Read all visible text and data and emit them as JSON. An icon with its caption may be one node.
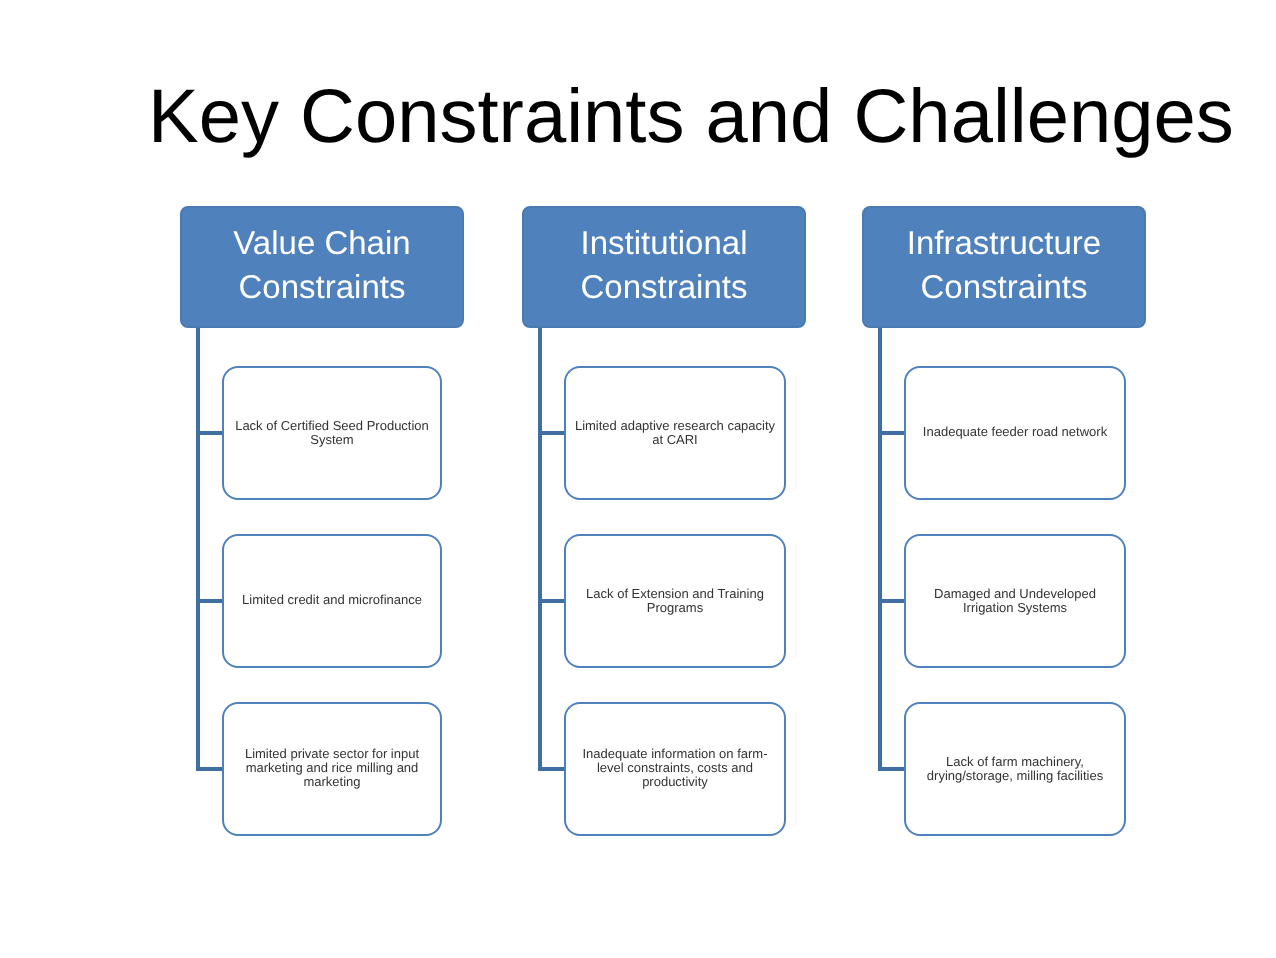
{
  "diagram": {
    "title": "Key Constraints and Challenges",
    "nodes": [
      {
        "text": [
          "Value Chain Constraints"
        ]
      },
      {
        "text": [
          "Lack of Certified Seed Production System"
        ]
      },
      {
        "text": [
          "Limited credit and microfinance"
        ]
      },
      {
        "text": [
          "Limited private sector for input marketing and rice milling and marketing"
        ]
      },
      {
        "text": [
          "Institutional Constraints"
        ]
      },
      {
        "text": [
          "Limited adaptive research capacity at CARI"
        ]
      },
      {
        "text": [
          "Lack of Extension and Training Programs"
        ]
      },
      {
        "text": [
          "Inadequate information on farm-level constraints, costs and productivity"
        ]
      },
      {
        "text": [
          "Infrastructure Constraints"
        ]
      },
      {
        "text": [
          "Inadequate feeder road network"
        ]
      },
      {
        "text": [
          "Damaged and Undeveloped Irrigation Systems"
        ]
      },
      {
        "text": [
          "Lack of farm machinery, drying/storage, milling facilities"
        ]
      }
    ],
    "edges": [
      {
        "from": 0,
        "to": 1,
        "arrow": "none"
      },
      {
        "from": 0,
        "to": 2,
        "arrow": "none"
      },
      {
        "from": 0,
        "to": 3,
        "arrow": "none"
      },
      {
        "from": 4,
        "to": 5,
        "arrow": "none"
      },
      {
        "from": 4,
        "to": 6,
        "arrow": "none"
      },
      {
        "from": 4,
        "to": 7,
        "arrow": "none"
      },
      {
        "from": 8,
        "to": 9,
        "arrow": "none"
      },
      {
        "from": 8,
        "to": 10,
        "arrow": "none"
      },
      {
        "from": 8,
        "to": 11,
        "arrow": "none"
      }
    ]
  }
}
